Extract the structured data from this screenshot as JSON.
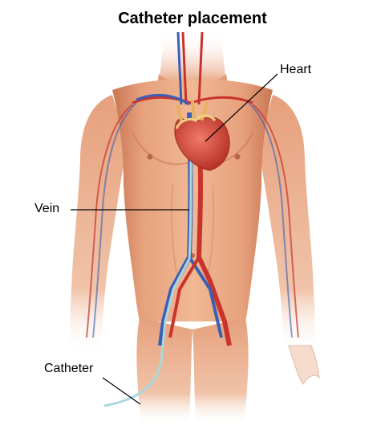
{
  "title": "Catheter placement",
  "labels": {
    "heart": "Heart",
    "vein": "Vein",
    "catheter": "Catheter"
  },
  "colors": {
    "skin": "#e9a07a",
    "skin_shadow": "#c97552",
    "vein": "#3b5fb8",
    "artery": "#c8342c",
    "heart": "#d9534a",
    "catheter": "#a9d8e0",
    "leader_line": "#000000"
  }
}
